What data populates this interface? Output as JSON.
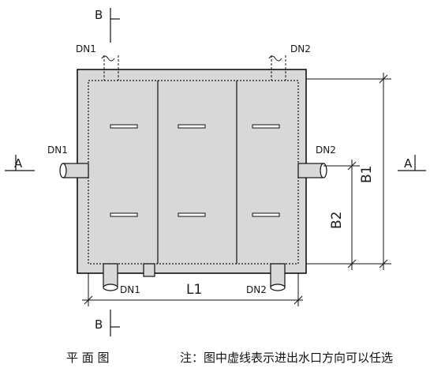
{
  "labels": {
    "section_b": "B",
    "section_a": "A",
    "dn1": "DN1",
    "dn2": "DN2",
    "length": "L1",
    "width_total": "B1",
    "width_part": "B2"
  },
  "caption": {
    "title": "平 面 图",
    "note": "注：图中虚线表示进出水口方向可以任选"
  },
  "colors": {
    "fill": "#d8d8d8",
    "stroke": "#111111"
  }
}
